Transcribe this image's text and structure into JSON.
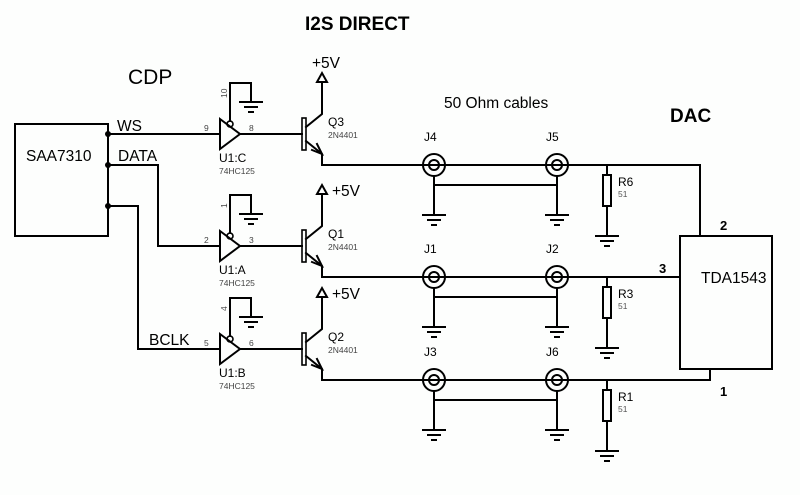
{
  "title": "I2S DIRECT",
  "source_label": "CDP",
  "dest_label": "DAC",
  "cable_note": "50 Ohm cables",
  "source_chip": {
    "name": "SAA7310",
    "signals": [
      "WS",
      "DATA",
      "BCLK"
    ]
  },
  "dest_chip": {
    "name": "TDA1543",
    "pins": [
      "2",
      "3",
      "1"
    ]
  },
  "buffers": [
    {
      "ref": "U1:C",
      "part": "74HC125",
      "in_pin": "9",
      "out_pin": "8",
      "oe_pin": "10",
      "signal": "WS"
    },
    {
      "ref": "U1:A",
      "part": "74HC125",
      "in_pin": "2",
      "out_pin": "3",
      "oe_pin": "1",
      "signal": "DATA"
    },
    {
      "ref": "U1:B",
      "part": "74HC125",
      "in_pin": "5",
      "out_pin": "6",
      "oe_pin": "4",
      "signal": "BCLK"
    }
  ],
  "transistors": [
    {
      "ref": "Q3",
      "part": "2N4401",
      "supply": "+5V"
    },
    {
      "ref": "Q1",
      "part": "2N4401",
      "supply": "+5V"
    },
    {
      "ref": "Q2",
      "part": "2N4401",
      "supply": "+5V"
    }
  ],
  "connectors": [
    {
      "src": "J4",
      "dst": "J5"
    },
    {
      "src": "J1",
      "dst": "J2"
    },
    {
      "src": "J3",
      "dst": "J6"
    }
  ],
  "resistors": [
    {
      "ref": "R6",
      "value": "51"
    },
    {
      "ref": "R3",
      "value": "51"
    },
    {
      "ref": "R1",
      "value": "51"
    }
  ]
}
